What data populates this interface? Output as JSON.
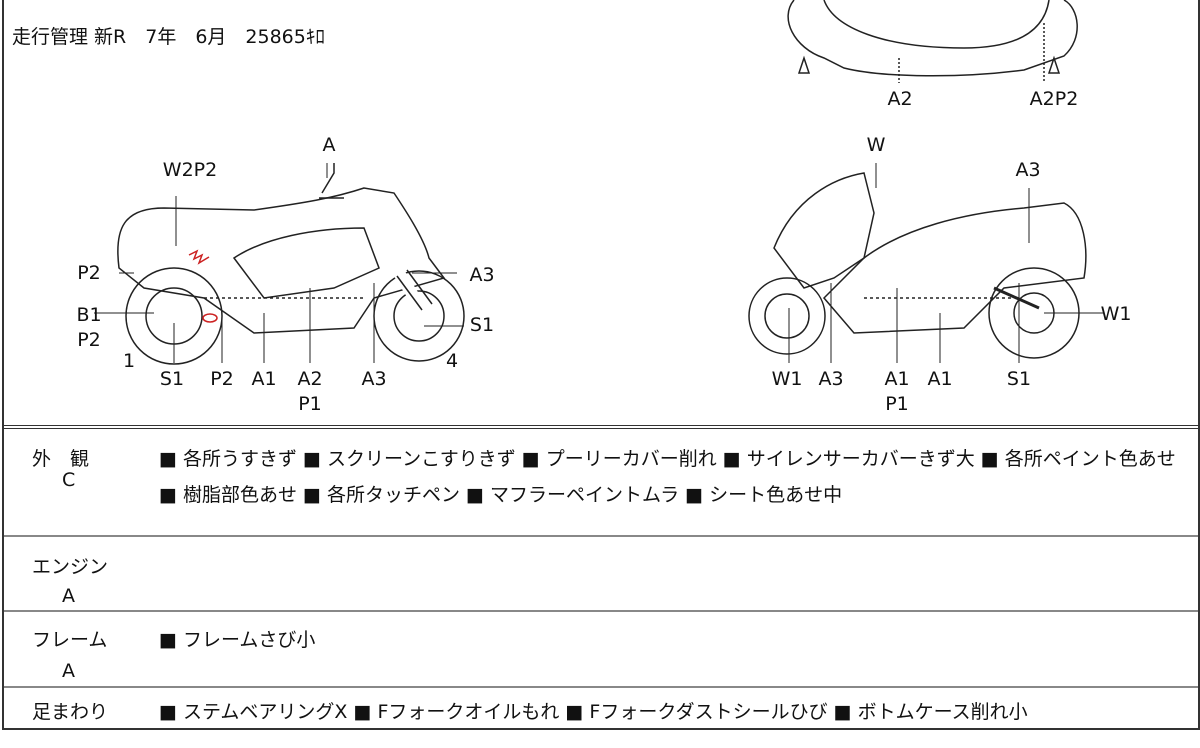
{
  "header": {
    "title": "走行管理 新R　7年　6月　25865ｷﾛ"
  },
  "diagram": {
    "top_view": [
      "A2",
      "A2P2"
    ],
    "left_view": {
      "A": "A",
      "W2P2": "W2P2",
      "P2a": "P2",
      "A3a": "A3",
      "B1": "B1",
      "S1a": "S1",
      "P2b": "P2",
      "n1": "1",
      "n4": "4",
      "S1b": "S1",
      "P2c": "P2",
      "A1": "A1",
      "A2": "A2",
      "P1": "P1",
      "A3b": "A3"
    },
    "right_view": {
      "W": "W",
      "A3a": "A3",
      "W1a": "W1",
      "W1b": "W1",
      "A3b": "A3",
      "A1a": "A1",
      "P1": "P1",
      "A1b": "A1",
      "S1": "S1"
    },
    "damage_color": "#cc2222"
  },
  "rows": [
    {
      "name": "外　観",
      "grade": "C",
      "text": "■ 各所うすきず ■ スクリーンこすりきず ■ プーリーカバー削れ ■ サイレンサーカバーきず大 ■ 各所ペイント色あせ ■ 樹脂部色あせ ■ 各所タッチペン ■ マフラーペイントムラ ■ シート色あせ中"
    },
    {
      "name": "エンジン",
      "grade": "A",
      "text": ""
    },
    {
      "name": "フレーム",
      "grade": "A",
      "text": "■ フレームさび小"
    },
    {
      "name": "足まわり",
      "grade": "",
      "text": "■ ステムベアリングX ■ Fフォークオイルもれ ■ Fフォークダストシールひび ■ ボトムケース削れ小"
    }
  ]
}
